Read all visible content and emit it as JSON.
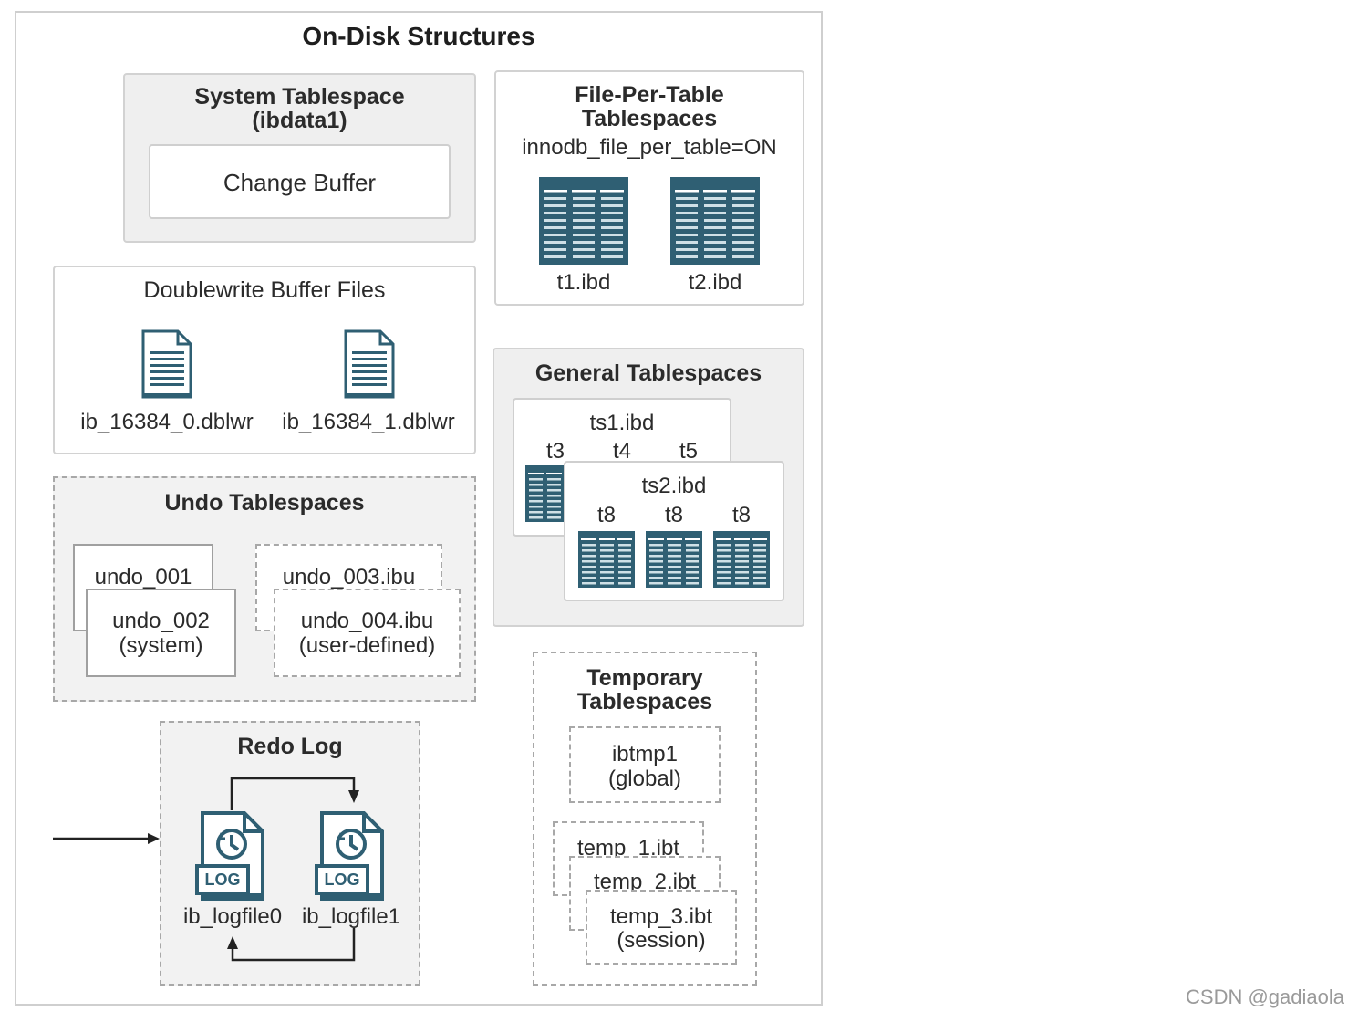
{
  "title": "On-Disk Structures",
  "system_tablespace": {
    "title": "System Tablespace",
    "subtitle": "(ibdata1)",
    "change_buffer": "Change Buffer"
  },
  "file_per_table": {
    "title_line1": "File-Per-Table",
    "title_line2": "Tablespaces",
    "setting": "innodb_file_per_table=ON",
    "files": [
      "t1.ibd",
      "t2.ibd"
    ]
  },
  "doublewrite": {
    "title": "Doublewrite Buffer Files",
    "files": [
      "ib_16384_0.dblwr",
      "ib_16384_1.dblwr"
    ]
  },
  "general_tablespaces": {
    "title": "General Tablespaces",
    "ts1": {
      "name": "ts1.ibd",
      "tables": [
        "t3",
        "t4",
        "t5"
      ]
    },
    "ts2": {
      "name": "ts2.ibd",
      "tables": [
        "t8",
        "t8",
        "t8"
      ]
    }
  },
  "undo_tablespaces": {
    "title": "Undo Tablespaces",
    "undo_001": "undo_001",
    "undo_002_line1": "undo_002",
    "undo_002_line2": "(system)",
    "undo_003": "undo_003.ibu",
    "undo_004_line1": "undo_004.ibu",
    "undo_004_line2": "(user-defined)"
  },
  "redo_log": {
    "title": "Redo Log",
    "icon_label": "LOG",
    "files": [
      "ib_logfile0",
      "ib_logfile1"
    ]
  },
  "temporary_tablespaces": {
    "title_line1": "Temporary",
    "title_line2": "Tablespaces",
    "global_line1": "ibtmp1",
    "global_line2": "(global)",
    "temp_1": "temp_1.ibt",
    "temp_2": "temp_2.ibt",
    "temp_3_line1": "temp_3.ibt",
    "temp_3_line2": "(session)"
  },
  "watermark": "CSDN @gadiaola",
  "colors": {
    "icon_teal": "#2f5f73",
    "panel_grey": "#efefef",
    "border": "#cfcfcf"
  }
}
